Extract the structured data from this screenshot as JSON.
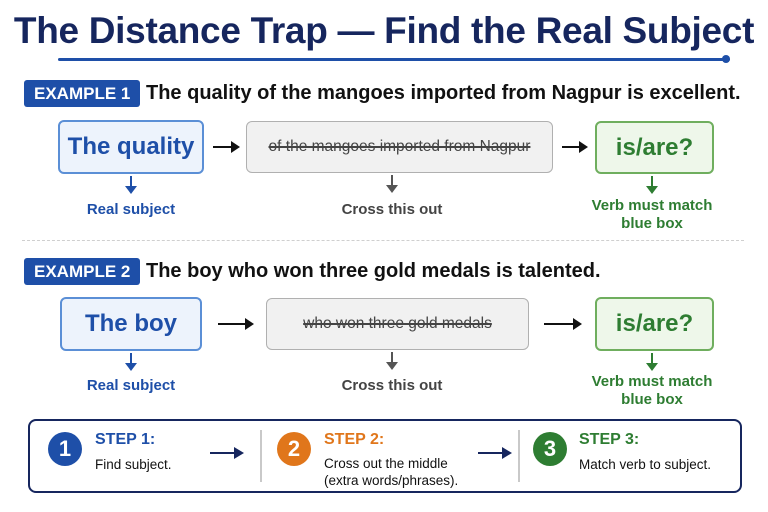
{
  "title": "The Distance Trap — Find the Real Subject",
  "colors": {
    "primary_blue": "#1e4fa8",
    "navy": "#16265e",
    "green": "#2e7d32",
    "orange": "#e0761b",
    "gray": "#444444"
  },
  "examples": [
    {
      "badge": "EXAMPLE 1",
      "sentence": "The quality of the mangoes imported from Nagpur is excellent.",
      "subject_box": "The quality",
      "middle_box": "of the mangoes imported from Nagpur",
      "verb_box": "is/are?",
      "subject_caption": "Real subject",
      "middle_caption": "Cross this out",
      "verb_caption_line1": "Verb must match",
      "verb_caption_line2": "blue box"
    },
    {
      "badge": "EXAMPLE 2",
      "sentence": "The boy who won three gold medals is talented.",
      "subject_box": "The boy",
      "middle_box": "who won three gold medals",
      "verb_box": "is/are?",
      "subject_caption": "Real subject",
      "middle_caption": "Cross this out",
      "verb_caption_line1": "Verb must match",
      "verb_caption_line2": "blue box"
    }
  ],
  "steps": [
    {
      "number": "1",
      "title": "STEP 1:",
      "text_line1": "Find subject.",
      "text_line2": "",
      "color": "#1e4fa8"
    },
    {
      "number": "2",
      "title": "STEP 2:",
      "text_line1": "Cross out the middle",
      "text_line2": "(extra words/phrases).",
      "color": "#e0761b"
    },
    {
      "number": "3",
      "title": "STEP 3:",
      "text_line1": "Match verb to subject.",
      "text_line2": "",
      "color": "#2e7d32"
    }
  ]
}
